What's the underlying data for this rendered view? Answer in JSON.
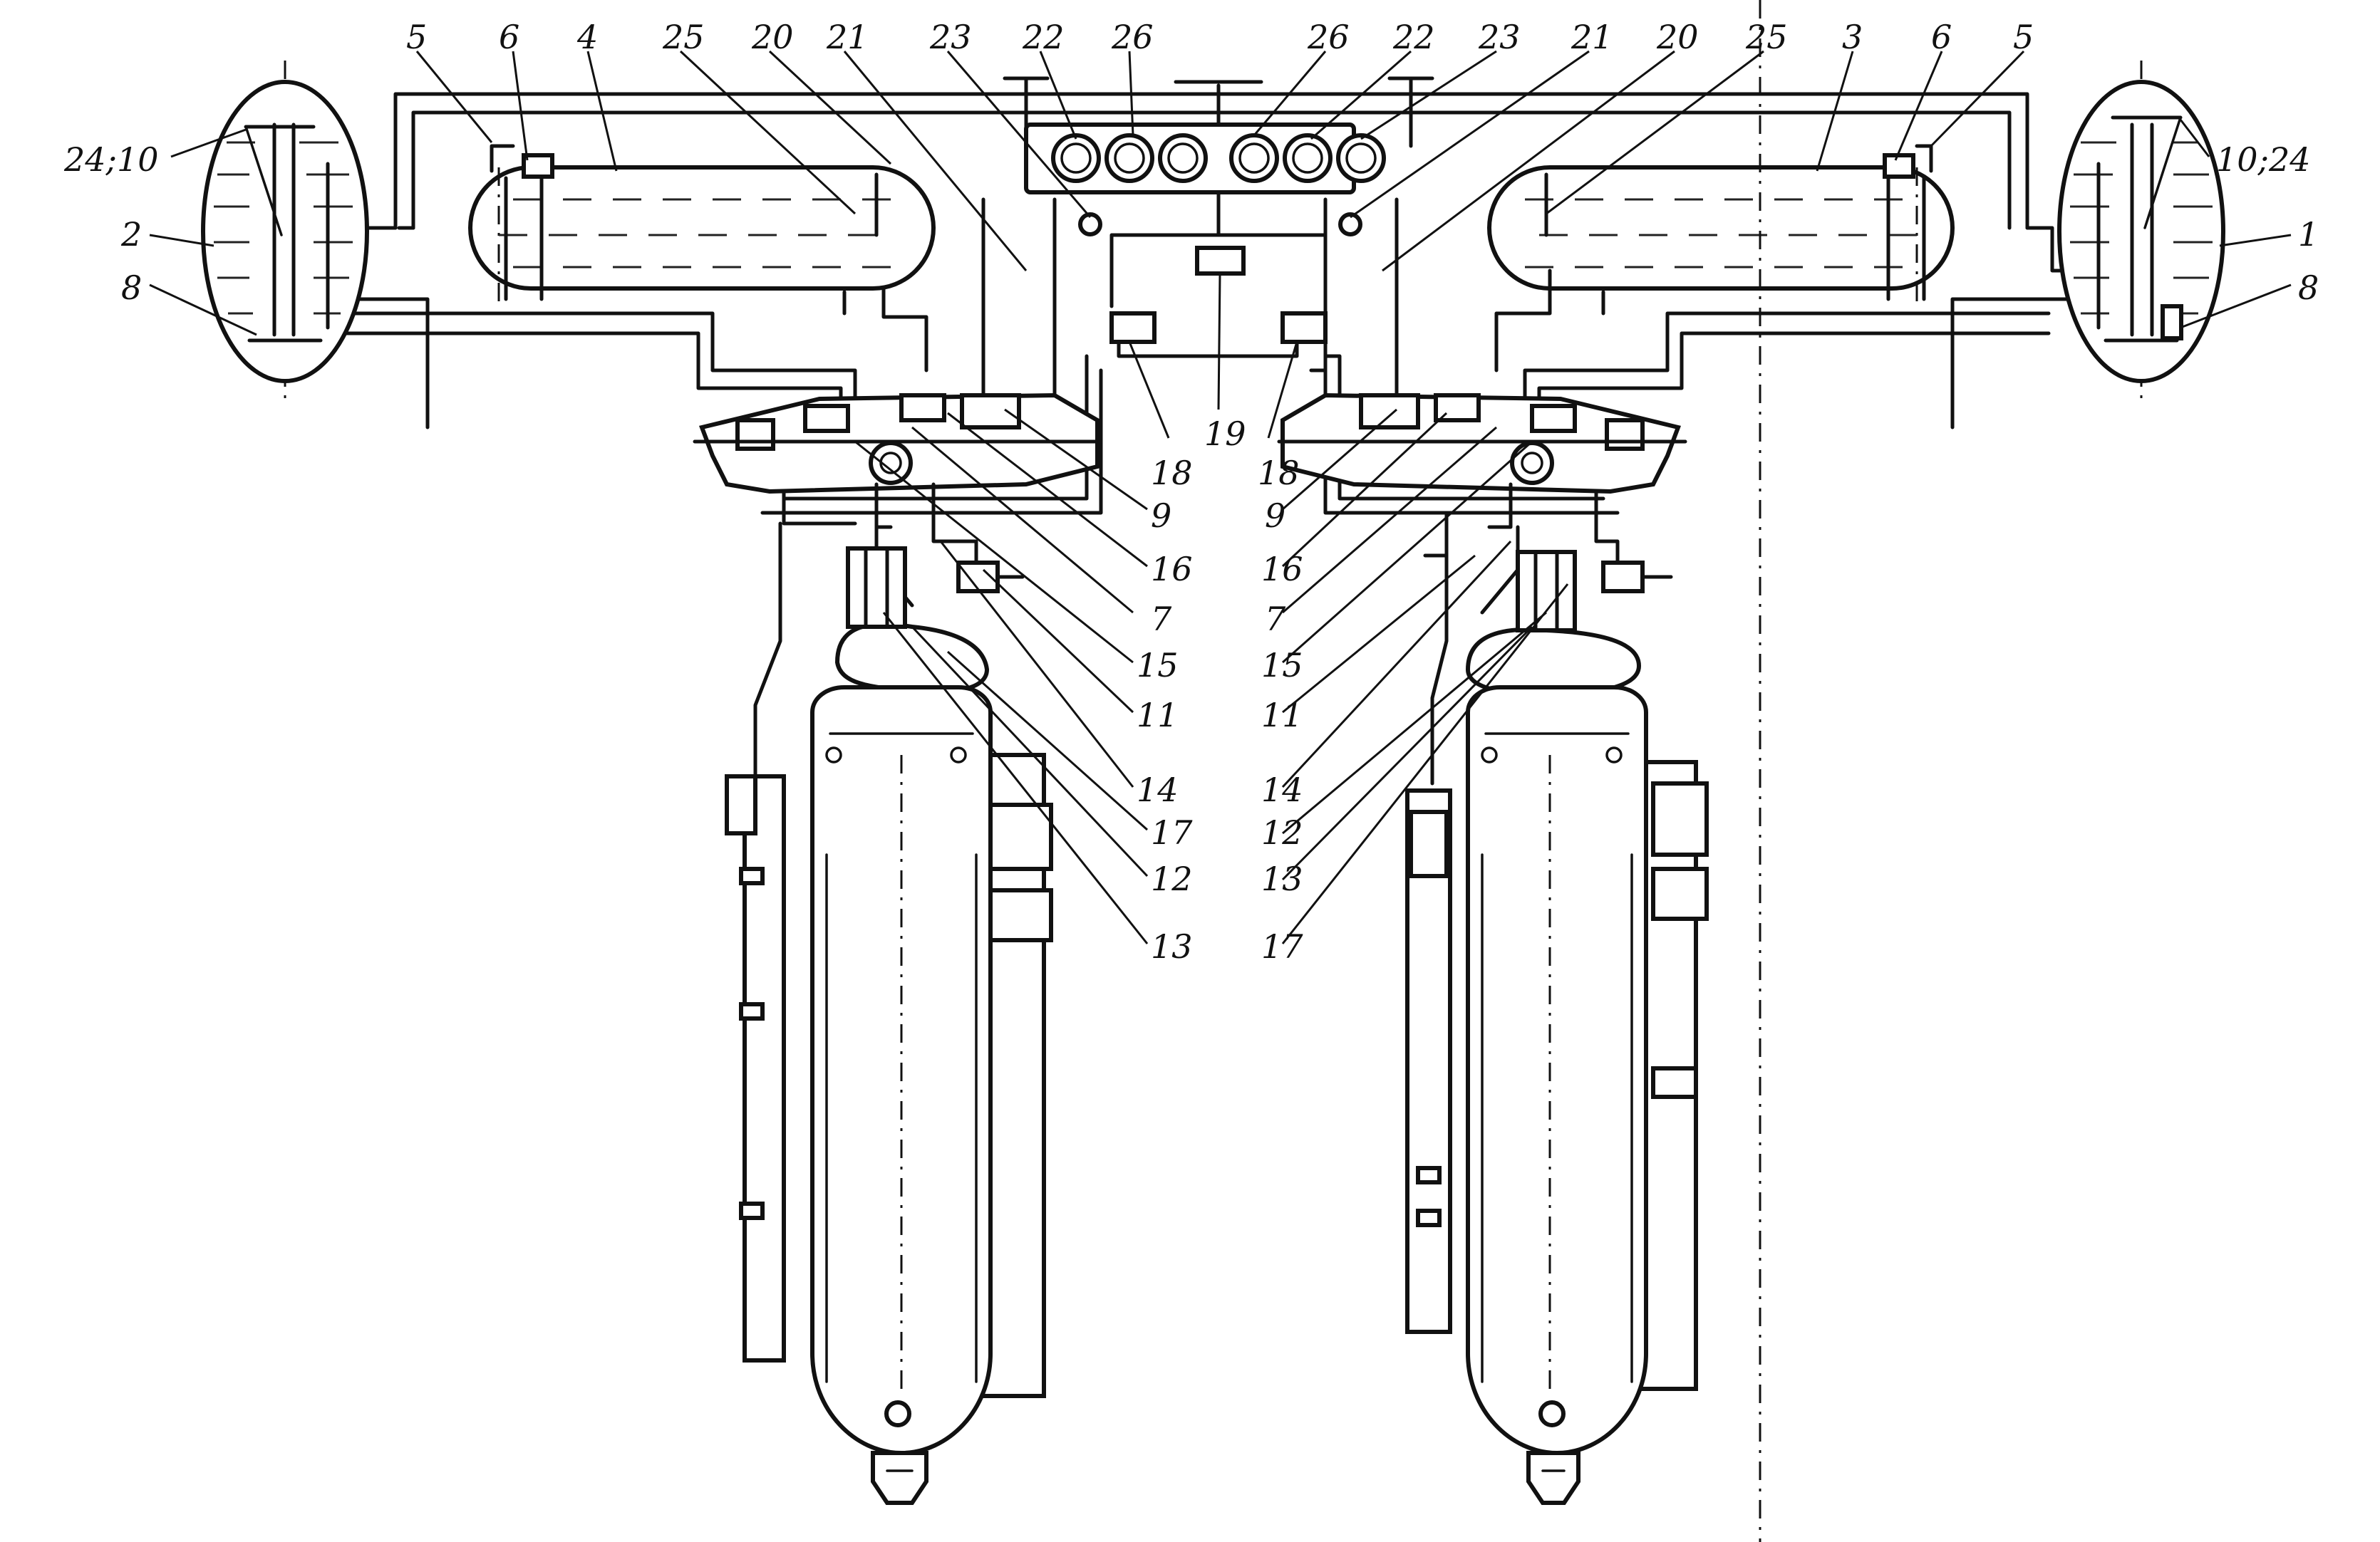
{
  "diagram": {
    "labels": [
      {
        "id": "l-5-tl",
        "text": "5"
      },
      {
        "id": "l-6-tl",
        "text": "6"
      },
      {
        "id": "l-4",
        "text": "4"
      },
      {
        "id": "l-25-tl",
        "text": "25"
      },
      {
        "id": "l-20-tl",
        "text": "20"
      },
      {
        "id": "l-21-tl",
        "text": "21"
      },
      {
        "id": "l-23-tl",
        "text": "23"
      },
      {
        "id": "l-22-tl",
        "text": "22"
      },
      {
        "id": "l-26-tl",
        "text": "26"
      },
      {
        "id": "l-26-tr",
        "text": "26"
      },
      {
        "id": "l-22-tr",
        "text": "22"
      },
      {
        "id": "l-23-tr",
        "text": "23"
      },
      {
        "id": "l-21-tr",
        "text": "21"
      },
      {
        "id": "l-20-tr",
        "text": "20"
      },
      {
        "id": "l-25-tr",
        "text": "25"
      },
      {
        "id": "l-3",
        "text": "3"
      },
      {
        "id": "l-6-tr",
        "text": "6"
      },
      {
        "id": "l-5-tr",
        "text": "5"
      },
      {
        "id": "l-24-10",
        "text": "24;10"
      },
      {
        "id": "l-10-24",
        "text": "10;24"
      },
      {
        "id": "l-2",
        "text": "2"
      },
      {
        "id": "l-1",
        "text": "1"
      },
      {
        "id": "l-8-l",
        "text": "8"
      },
      {
        "id": "l-8-r",
        "text": "8"
      },
      {
        "id": "l-19",
        "text": "19"
      },
      {
        "id": "l-18-l",
        "text": "18"
      },
      {
        "id": "l-18-r",
        "text": "18"
      },
      {
        "id": "l-9-l",
        "text": "9"
      },
      {
        "id": "l-9-r",
        "text": "9"
      },
      {
        "id": "l-16-l",
        "text": "16"
      },
      {
        "id": "l-16-r",
        "text": "16"
      },
      {
        "id": "l-7-l",
        "text": "7"
      },
      {
        "id": "l-7-r",
        "text": "7"
      },
      {
        "id": "l-15-l",
        "text": "15"
      },
      {
        "id": "l-15-r",
        "text": "15"
      },
      {
        "id": "l-11-l",
        "text": "11"
      },
      {
        "id": "l-11-r",
        "text": "11"
      },
      {
        "id": "l-14-l",
        "text": "14"
      },
      {
        "id": "l-14-r",
        "text": "14"
      },
      {
        "id": "l-17-l",
        "text": "17"
      },
      {
        "id": "l-12-r",
        "text": "12"
      },
      {
        "id": "l-12-l",
        "text": "12"
      },
      {
        "id": "l-13-r",
        "text": "13"
      },
      {
        "id": "l-13-l",
        "text": "13"
      },
      {
        "id": "l-17-r",
        "text": "17"
      }
    ]
  }
}
